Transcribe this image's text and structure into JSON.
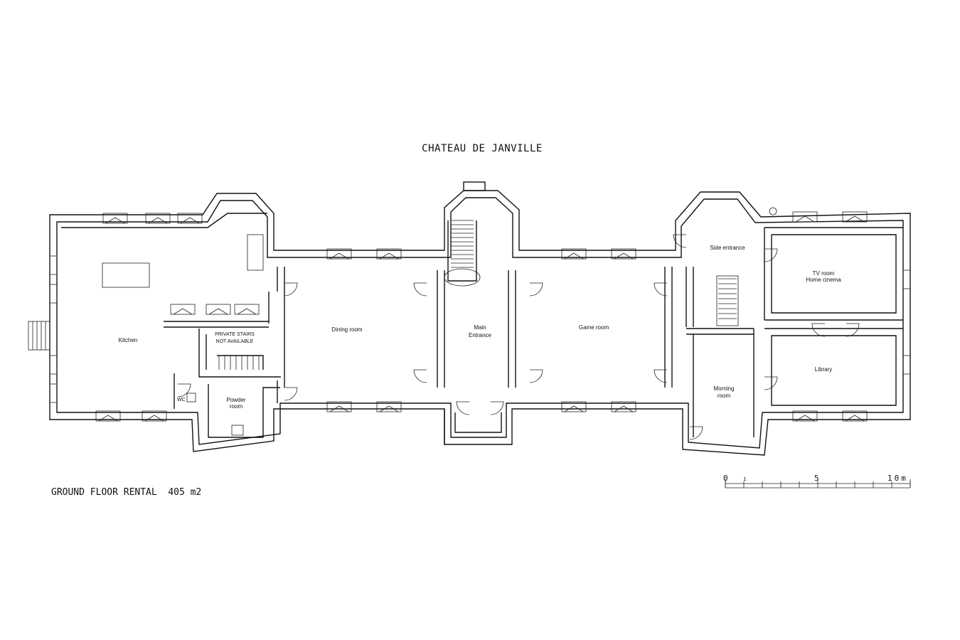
{
  "title": "CHATEAU DE JANVILLE",
  "subtitle": "GROUND FLOOR RENTAL  405 m2",
  "rooms": {
    "kitchen": "Kitchen",
    "private_stairs_1": "PRIVATE STAIRS",
    "private_stairs_2": "NOT AVAILABLE",
    "wc": "WC",
    "powder_1": "Powder",
    "powder_2": "room",
    "dining": "Dining room",
    "main_entrance_1": "Main",
    "main_entrance_2": "Entrance",
    "game": "Game room",
    "side_entrance": "Side entrance",
    "tv_1": "TV room",
    "tv_2": "Home cinema",
    "library": "Library",
    "morning_1": "Morning",
    "morning_2": "room"
  },
  "scale_bar": {
    "label_0": "0",
    "label_1": "1",
    "label_5": "5",
    "label_10": "10m"
  }
}
